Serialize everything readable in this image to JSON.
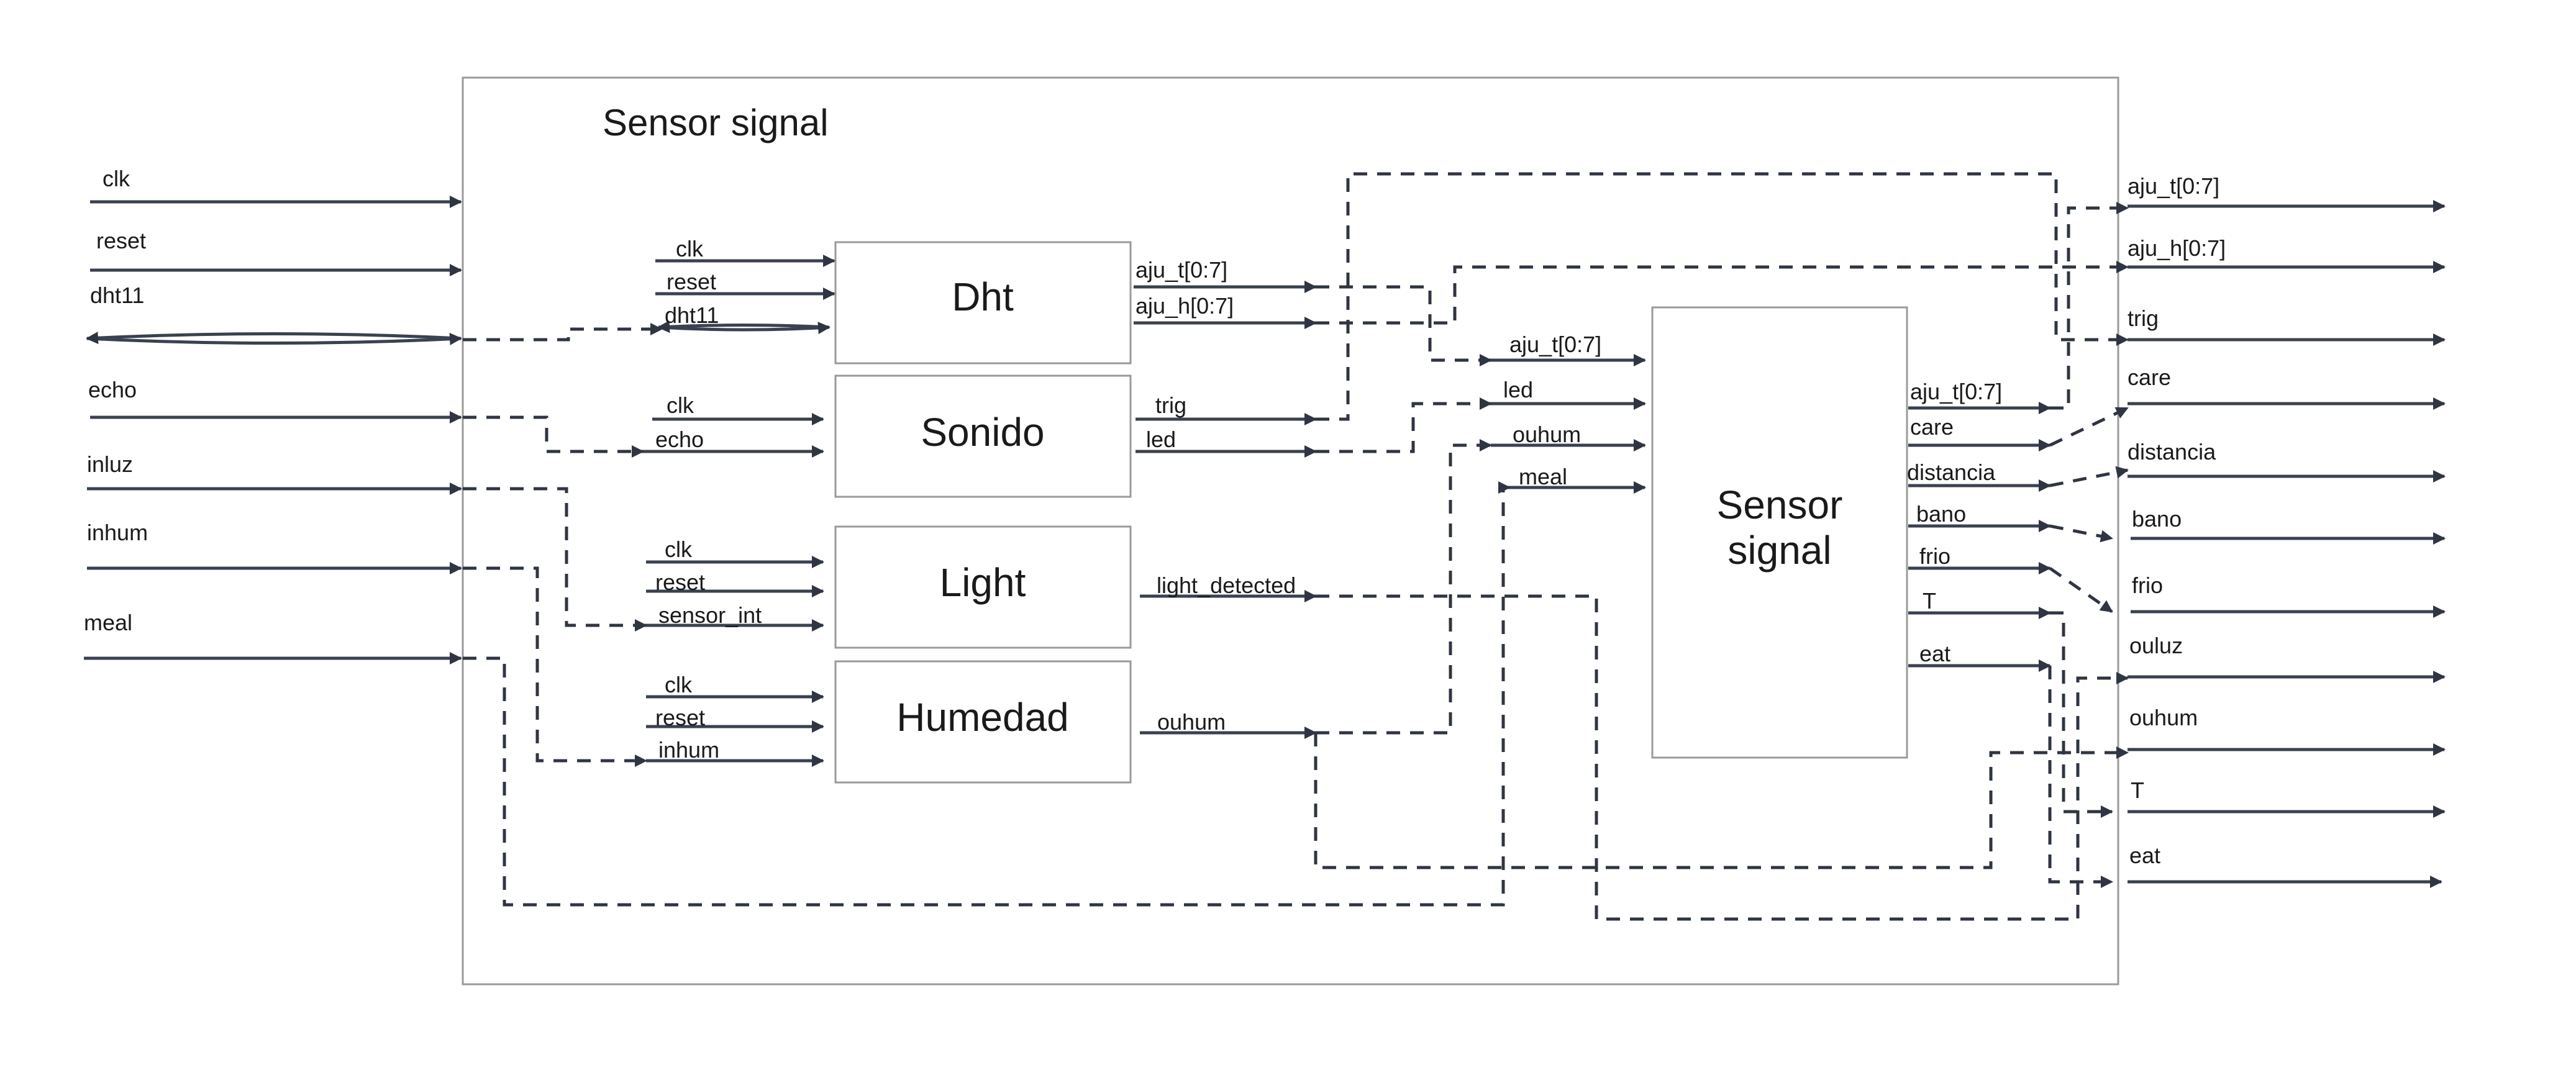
{
  "outer": {
    "title": "Sensor signal"
  },
  "blocks": {
    "dht": {
      "name": "Dht",
      "inputs": [
        "clk",
        "reset",
        "dht11"
      ],
      "outputs": [
        "aju_t[0:7]",
        "aju_h[0:7]"
      ]
    },
    "sonido": {
      "name": "Sonido",
      "inputs": [
        "clk",
        "echo"
      ],
      "outputs": [
        "trig",
        "led"
      ]
    },
    "light": {
      "name": "Light",
      "inputs": [
        "clk",
        "reset",
        "sensor_int"
      ],
      "outputs": [
        "light_detected"
      ]
    },
    "humedad": {
      "name": "Humedad",
      "inputs": [
        "clk",
        "reset",
        "inhum"
      ],
      "outputs": [
        "ouhum"
      ]
    },
    "sensor": {
      "name_line1": "Sensor",
      "name_line2": "signal",
      "inputs": [
        "aju_t[0:7]",
        "led",
        "ouhum",
        "meal"
      ],
      "outputs": [
        "aju_t[0:7]",
        "care",
        "distancia",
        "bano",
        "frio",
        "T",
        "eat"
      ]
    }
  },
  "external_inputs": [
    "clk",
    "reset",
    "dht11",
    "echo",
    "inluz",
    "inhum",
    "meal"
  ],
  "external_outputs": [
    "aju_t[0:7]",
    "aju_h[0:7]",
    "trig",
    "care",
    "distancia",
    "bano",
    "frio",
    "ouluz",
    "ouhum",
    "T",
    "eat"
  ]
}
